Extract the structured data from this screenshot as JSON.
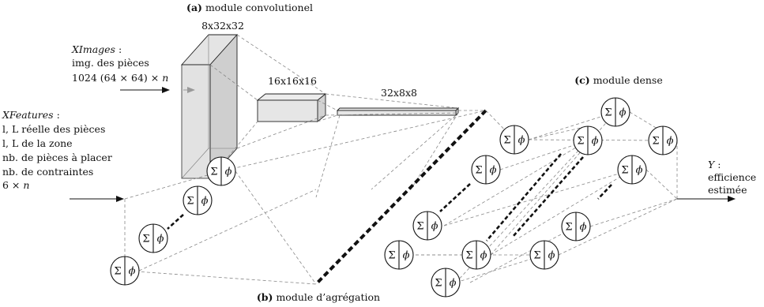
{
  "titles": {
    "conv": "(a) module convolutionel",
    "conv_bold": "(a)",
    "conv_rest": "module convolutionel",
    "dense_bold": "(c)",
    "dense_rest": "module dense",
    "agg_bold": "(b)",
    "agg_rest": "module d’agrégation"
  },
  "shapes": {
    "block1": "8x32x32",
    "block2": "16x16x16",
    "block3": "32x8x8"
  },
  "ximages": {
    "name": "XImages",
    "colon": " :",
    "line1": "img. des pièces",
    "line2_a": "1024 (64 × 64) × ",
    "line2_n": "n"
  },
  "xfeatures": {
    "name": "XFeatures",
    "colon": " :",
    "lines": [
      "l, L réelle des pièces",
      "l, L de la zone",
      "nb. de pièces à placer",
      "nb. de contraintes"
    ],
    "last_a": "6 × ",
    "last_n": "n"
  },
  "output": {
    "name": "Y",
    "colon": " :",
    "line1": "efficience",
    "line2": "estimée"
  },
  "neuron": {
    "sum": "Σ",
    "act": "ϕ"
  }
}
